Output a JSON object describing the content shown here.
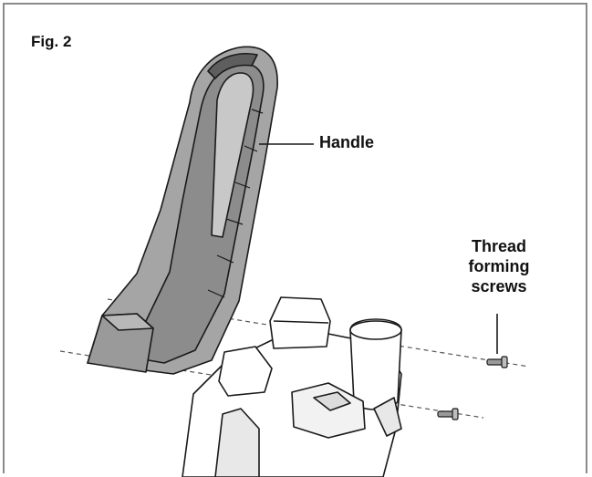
{
  "figure": {
    "label": "Fig. 2"
  },
  "callouts": {
    "handle": "Handle",
    "screws": [
      "Thread",
      "forming",
      "screws"
    ]
  },
  "colors": {
    "handle_fill": "#a3a3a3",
    "handle_dark": "#7d7d7d",
    "line": "#1a1a1a",
    "body_fill": "#ffffff",
    "frame": "#8a8a8a"
  }
}
